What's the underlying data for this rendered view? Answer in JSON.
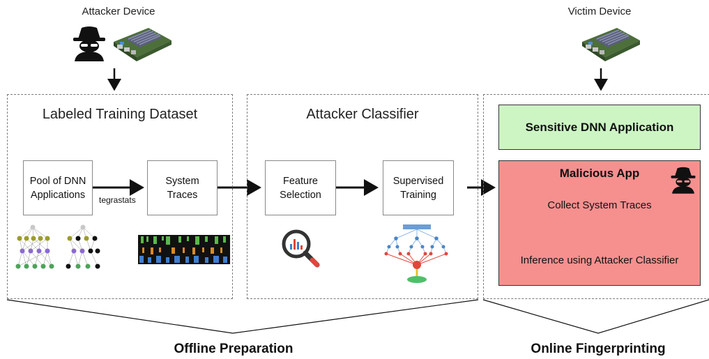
{
  "attacker_device": {
    "label": "Attacker Device"
  },
  "victim_device": {
    "label": "Victim Device"
  },
  "panels": {
    "training": {
      "title": "Labeled Training Dataset"
    },
    "classifier": {
      "title": "Attacker Classifier"
    }
  },
  "boxes": {
    "pool": {
      "line1": "Pool of DNN",
      "line2": "Applications"
    },
    "traces": {
      "line1": "System",
      "line2": "Traces"
    },
    "feature": {
      "line1": "Feature",
      "line2": "Selection"
    },
    "supervised": {
      "line1": "Supervised",
      "line2": "Training"
    }
  },
  "edge_labels": {
    "tegrastats": "tegrastats"
  },
  "online": {
    "sensitive_app": "Sensitive DNN Application",
    "malicious_app": {
      "title": "Malicious App",
      "step1": "Collect System Traces",
      "step2": "Inference using Attacker Classifier"
    }
  },
  "bottom": {
    "offline": "Offline Preparation",
    "online": "Online Fingerprinting"
  },
  "colors": {
    "green_fill": "#cdf5c4",
    "red_fill": "#f5908f",
    "dashed_border": "#7a7a7a"
  },
  "icons": [
    "spy-icon",
    "jetson-board-icon",
    "neural-network-icon",
    "system-trace-heatmap-icon",
    "magnifier-chart-icon",
    "decision-tree-icon"
  ]
}
